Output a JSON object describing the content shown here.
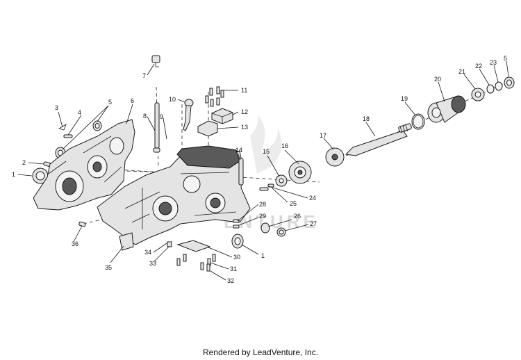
{
  "footer": {
    "credit": "Rendered by LeadVenture, Inc."
  },
  "watermark": {
    "text": "ENTURE",
    "color": "#d9d9d9"
  },
  "callouts": [
    "1",
    "2",
    "3",
    "4",
    "5",
    "6",
    "7",
    "8",
    "9",
    "10",
    "11",
    "12",
    "13",
    "14",
    "15",
    "16",
    "17",
    "18",
    "19",
    "20",
    "21",
    "22",
    "23",
    "24",
    "25",
    "26",
    "27",
    "28",
    "29",
    "30",
    "31",
    "32",
    "33",
    "34",
    "35",
    "36"
  ],
  "colors": {
    "line": "#1a1a1a",
    "fill": "#e4e4e4",
    "shade": "#5a5a5a",
    "background": "#ffffff"
  }
}
